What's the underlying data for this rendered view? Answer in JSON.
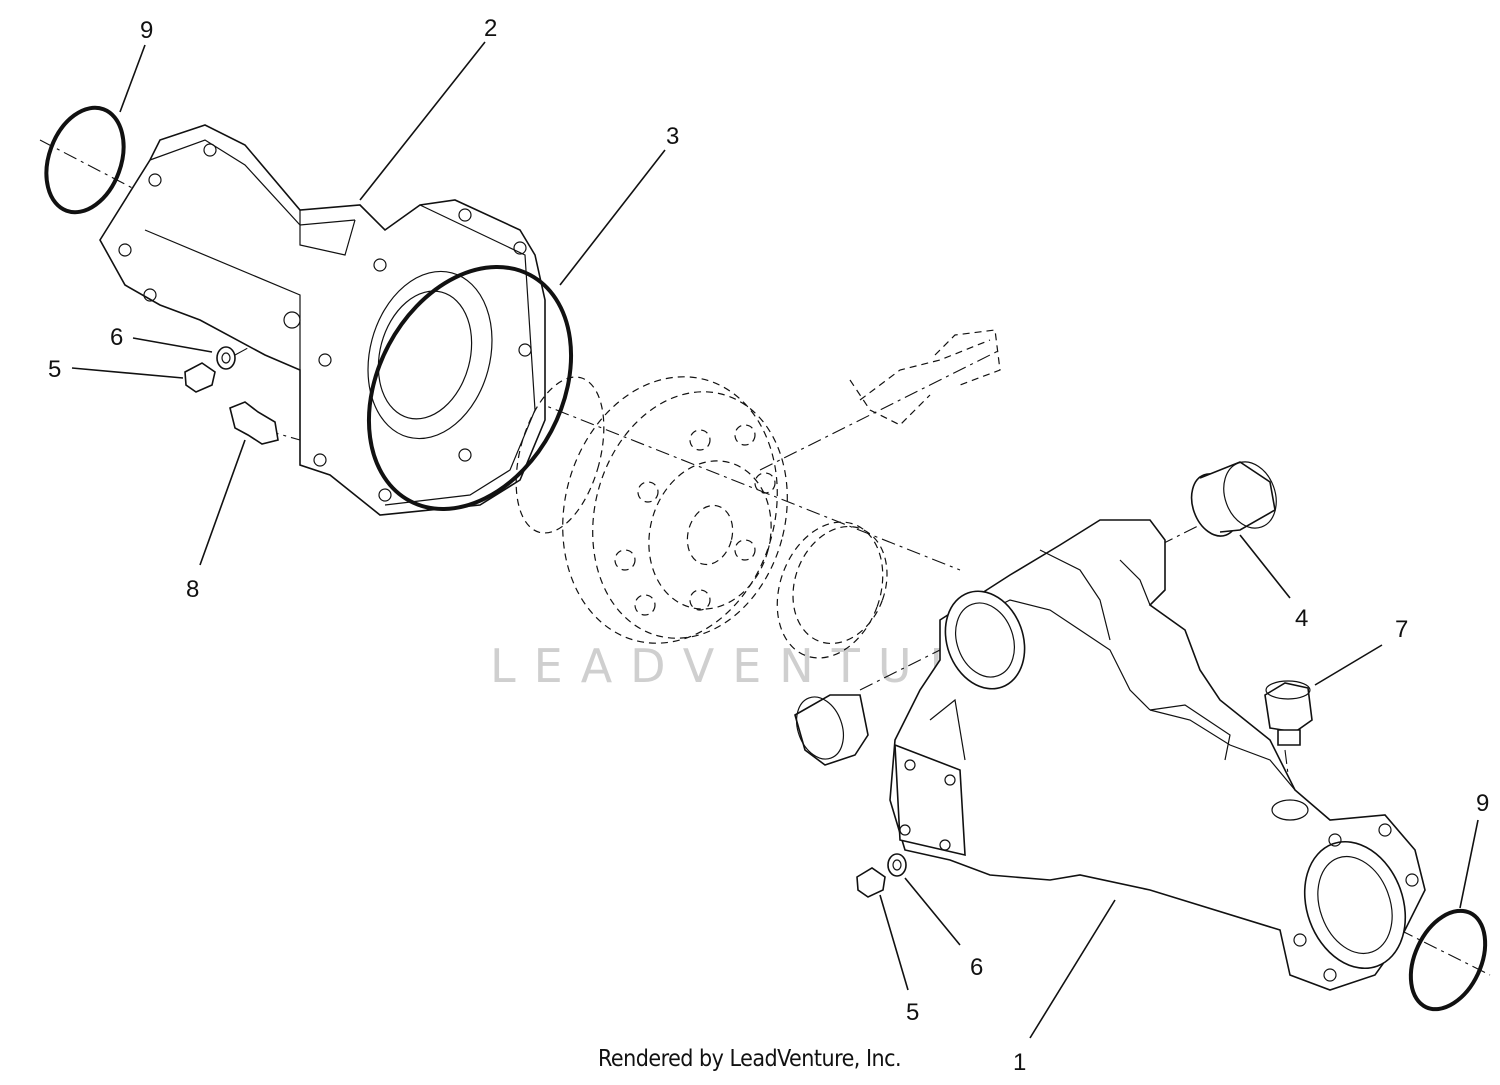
{
  "watermark": "LEADVENTURE",
  "footer": "Rendered by LeadVenture, Inc.",
  "callouts": {
    "c1": "1",
    "c2": "2",
    "c3": "3",
    "c4": "4",
    "c5a": "5",
    "c5b": "5",
    "c6a": "6",
    "c6b": "6",
    "c7": "7",
    "c8": "8",
    "c9a": "9",
    "c9b": "9"
  }
}
